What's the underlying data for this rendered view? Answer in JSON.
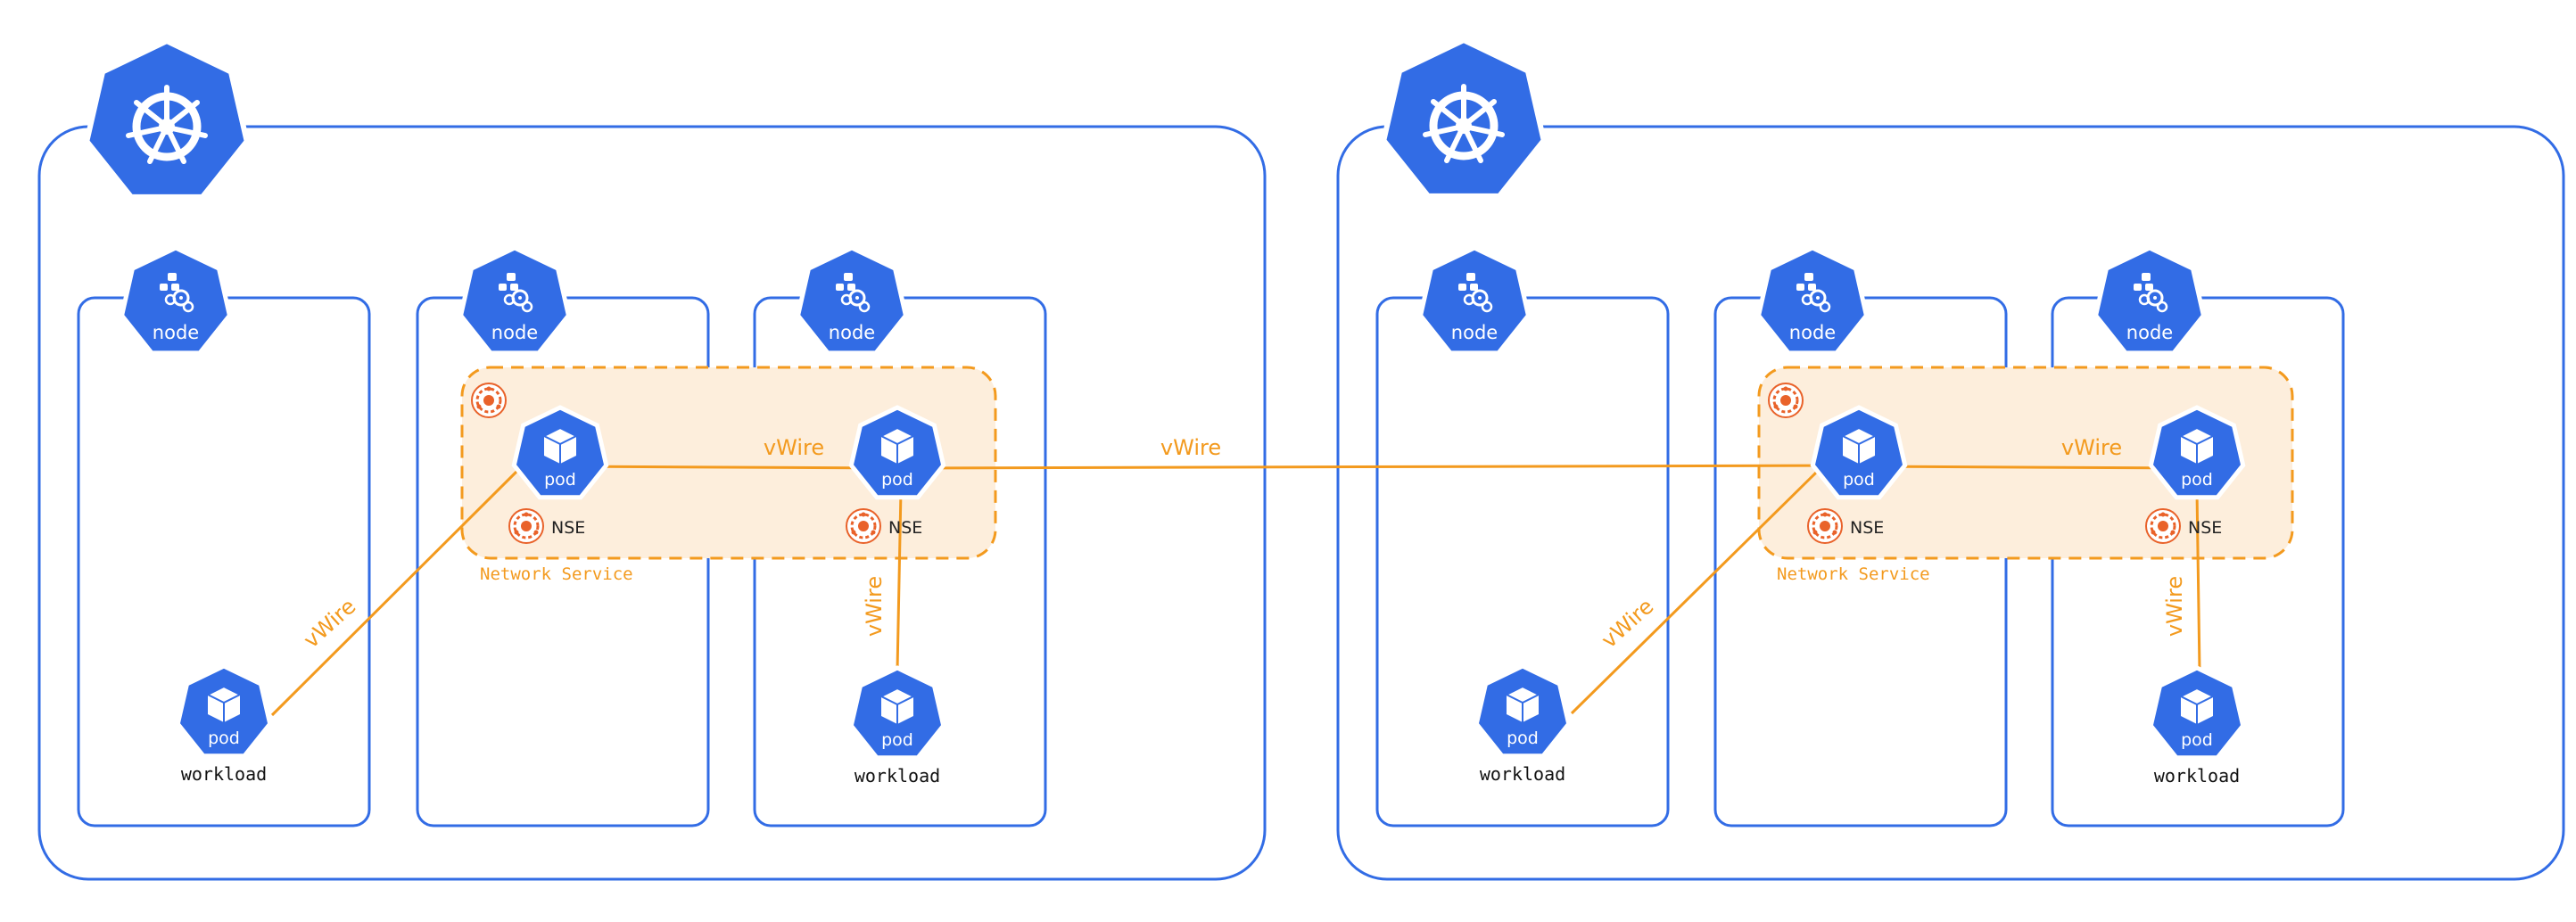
{
  "colors": {
    "k8s_blue": "#326CE5",
    "wire_orange": "#F39A1E",
    "service_fill": "#FDEEDC",
    "white": "#FFFFFF",
    "text_dark": "#222222",
    "nsm_orange": "#E9622A"
  },
  "icons": {
    "cluster": "kubernetes-helm-icon",
    "node": "node-icon",
    "pod": "pod-cube-icon",
    "nse": "network-service-mesh-icon"
  },
  "labels": {
    "node": "node",
    "pod": "pod",
    "nse": "NSE",
    "workload": "workload",
    "vwire": "vWire",
    "network_service": "Network Service"
  }
}
